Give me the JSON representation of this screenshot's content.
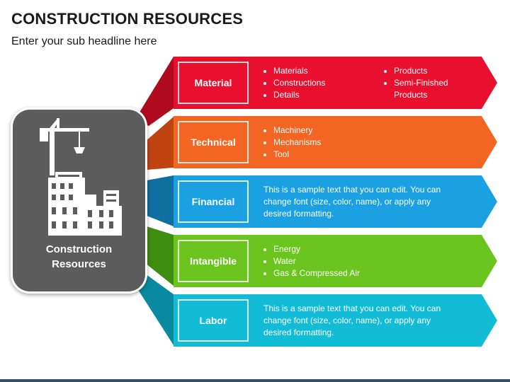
{
  "header": {
    "title": "CONSTRUCTION RESOURCES",
    "subtitle": "Enter your sub headline here"
  },
  "hub": {
    "line1": "Construction",
    "line2": "Resources",
    "icon": "construction-building-crane-icon"
  },
  "rows": [
    {
      "label": "Material",
      "color": "#e8102e",
      "dark": "#b00a1f",
      "bullets_col1": [
        "Materials",
        "Constructions",
        "Details"
      ],
      "bullets_col2": [
        "Products",
        "Semi-Finished Products"
      ]
    },
    {
      "label": "Technical",
      "color": "#f26522",
      "dark": "#c04410",
      "bullets_col1": [
        "Machinery",
        "Mechanisms",
        "Tool"
      ]
    },
    {
      "label": "Financial",
      "color": "#1ba1e2",
      "dark": "#0f6fa0",
      "text": "This is a sample text that you can edit. You can change font (size, color, name), or apply any desired formatting."
    },
    {
      "label": "Intangible",
      "color": "#6cc51f",
      "dark": "#3f8d10",
      "bullets_col1": [
        "Energy",
        "Water",
        "Gas & Compressed Air"
      ]
    },
    {
      "label": "Labor",
      "color": "#12bcd6",
      "dark": "#0a8aa0",
      "text": "This is a sample text that you can edit. You can change font (size, color, name), or apply any desired formatting."
    }
  ]
}
